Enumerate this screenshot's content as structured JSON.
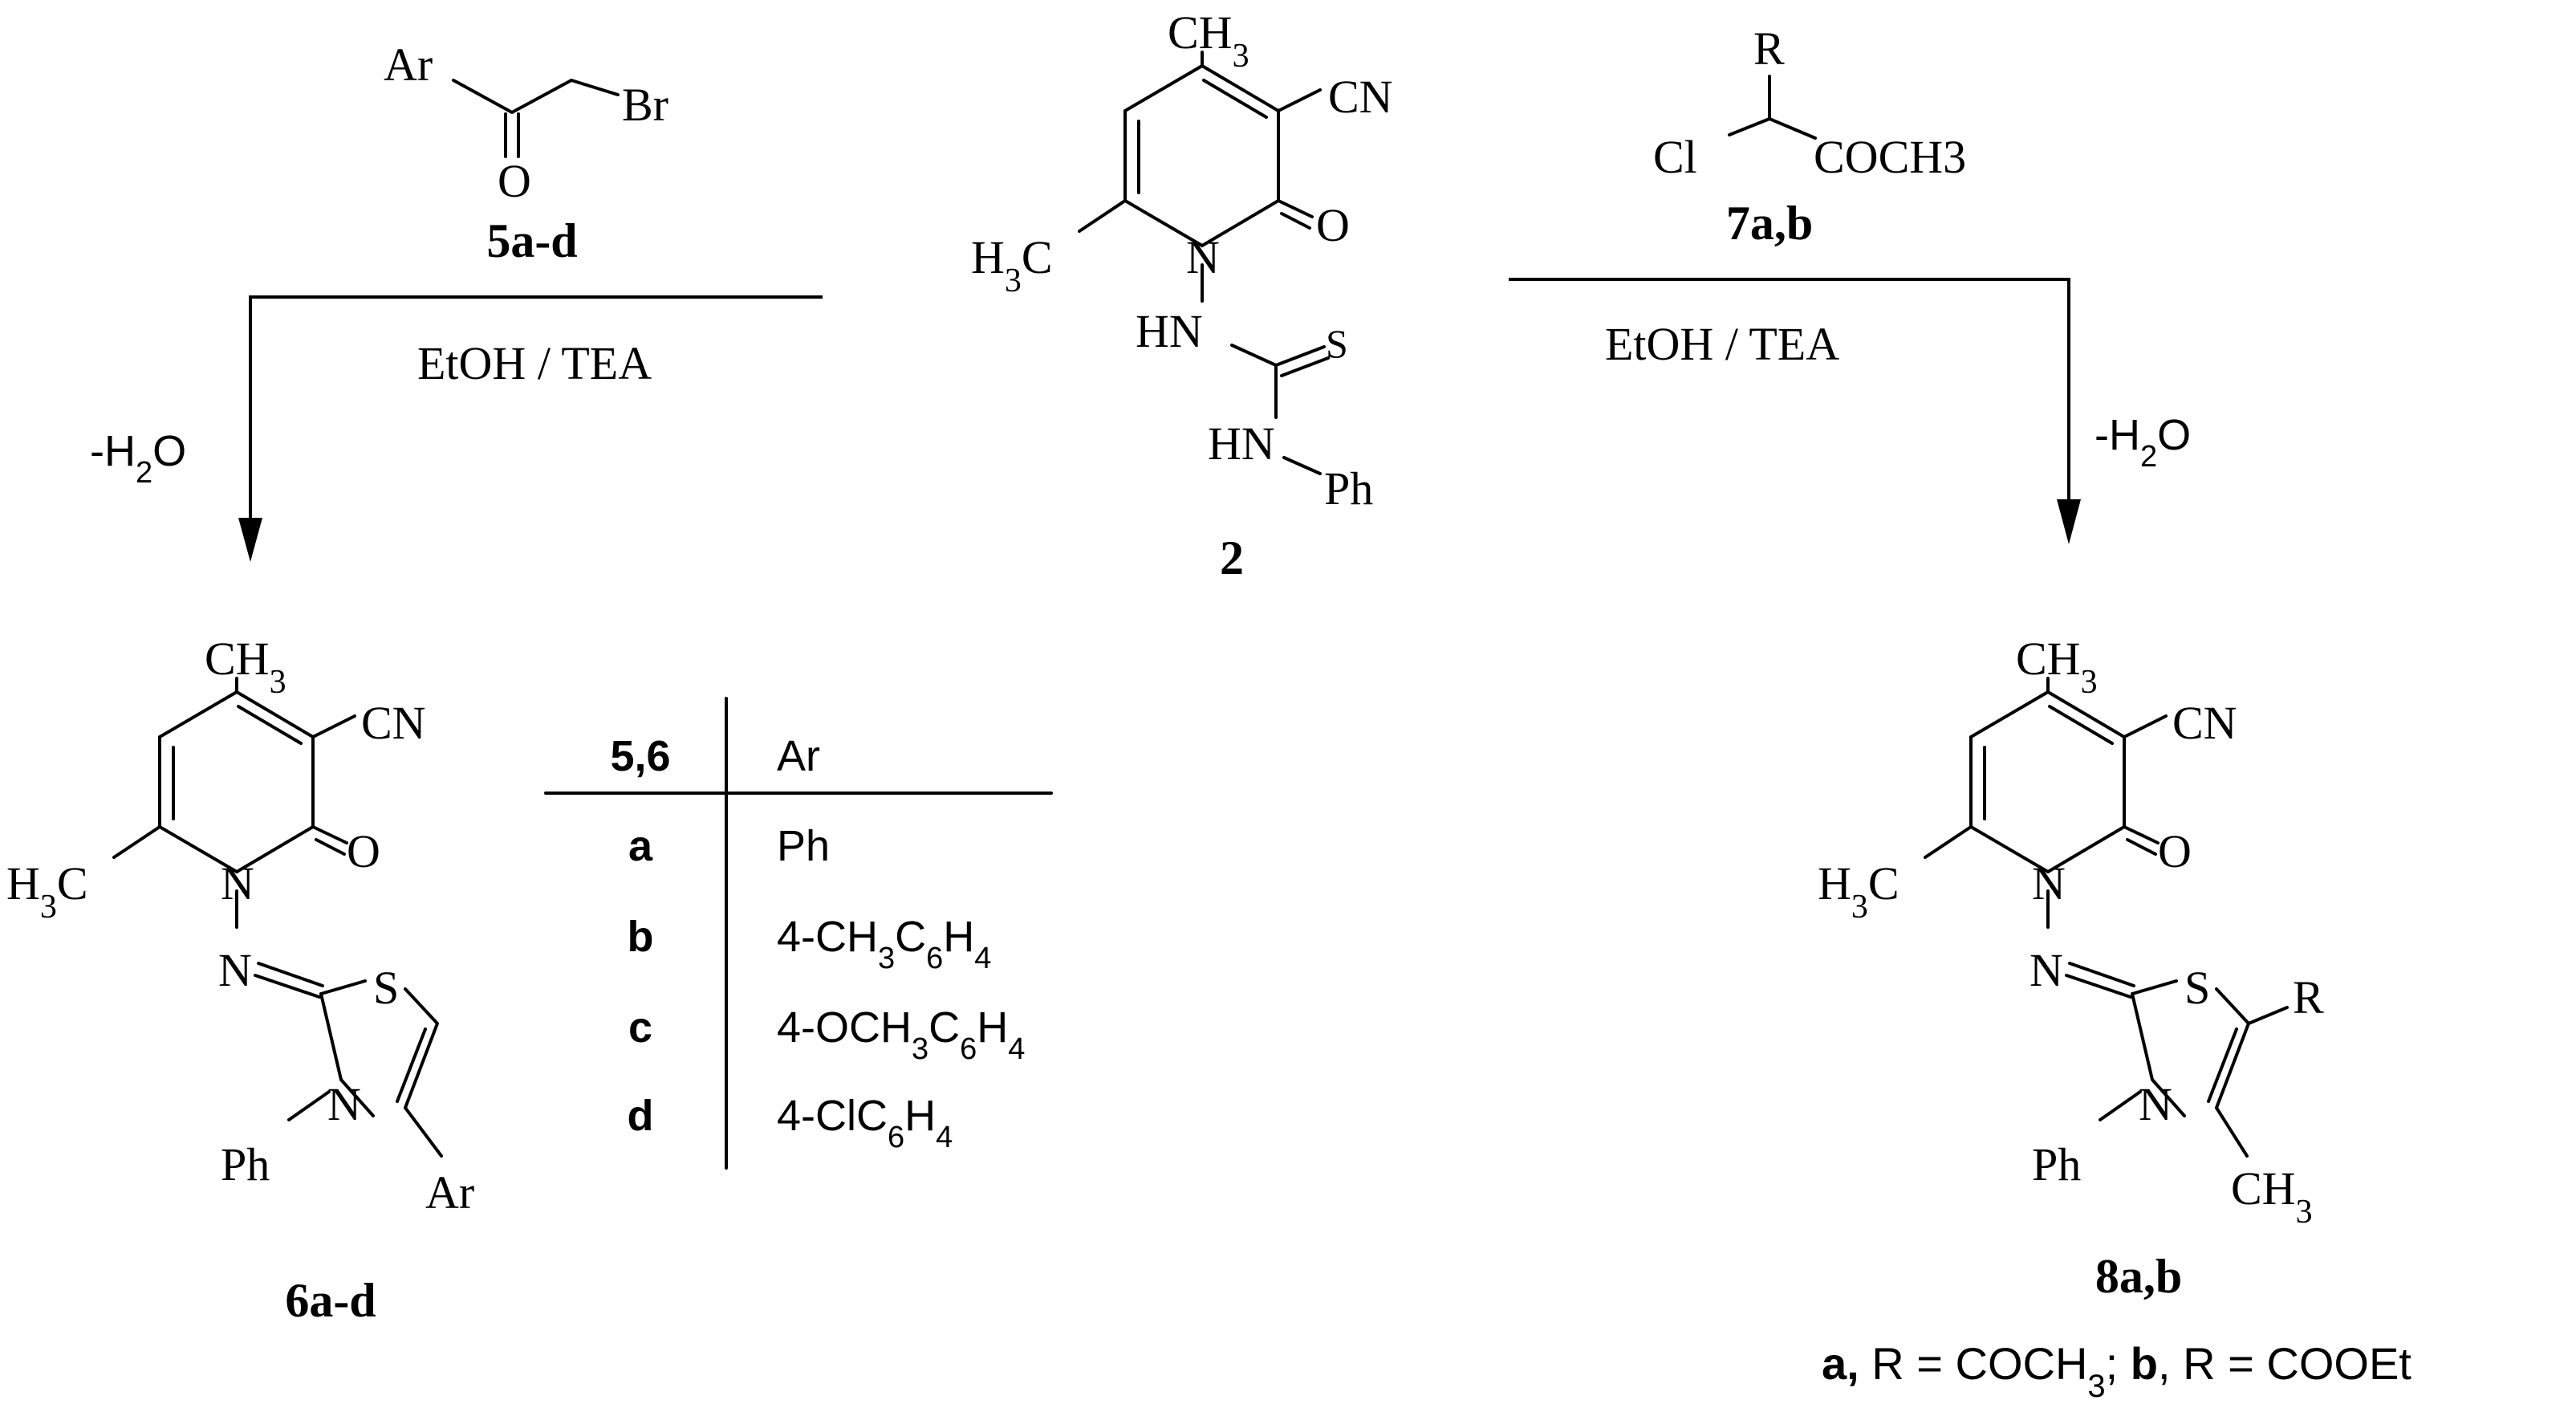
{
  "reagent_left": {
    "atoms": {
      "ar": "Ar",
      "br": "Br",
      "o": "O"
    },
    "label": "5a-d"
  },
  "reagent_right": {
    "atoms": {
      "r": "R",
      "cl": "Cl",
      "coch3": "COCH3"
    },
    "label": "7a,b"
  },
  "center_compound": {
    "atoms": {
      "ch3": "CH3",
      "cn": "CN",
      "h3c": "H3C",
      "n1": "N",
      "o": "O",
      "hn_a": "HN",
      "s": "S",
      "hn_b": "HN",
      "ph": "Ph"
    },
    "label": "2"
  },
  "conditions": {
    "left_solvent": "EtOH / TEA",
    "left_loss": "-H2O",
    "right_solvent": "EtOH / TEA",
    "right_loss": "-H2O"
  },
  "product_left": {
    "atoms": {
      "ch3": "CH3",
      "cn": "CN",
      "h3c": "H3C",
      "n1": "N",
      "o": "O",
      "n_imine": "N",
      "s": "S",
      "n_ring": "N",
      "ph": "Ph",
      "ar": "Ar"
    },
    "label": "6a-d"
  },
  "product_right": {
    "atoms": {
      "ch3": "CH3",
      "cn": "CN",
      "h3c": "H3C",
      "n1": "N",
      "o": "O",
      "n_imine": "N",
      "s": "S",
      "r": "R",
      "n_ring": "N",
      "ph": "Ph",
      "ch3_ring": "CH3"
    },
    "label": "8a,b"
  },
  "substituent_table": {
    "headers": [
      "5,6",
      "Ar"
    ],
    "rows": [
      {
        "id": "a",
        "ar": "Ph"
      },
      {
        "id": "b",
        "ar": "4-CH3C6H4"
      },
      {
        "id": "c",
        "ar": "4-OCH3C6H4"
      },
      {
        "id": "d",
        "ar": "4-ClC6H4"
      }
    ]
  },
  "footnote": {
    "a_label": "a,",
    "a_text": "R = COCH3;",
    "b_label": "b",
    "b_text": ", R = COOEt"
  }
}
